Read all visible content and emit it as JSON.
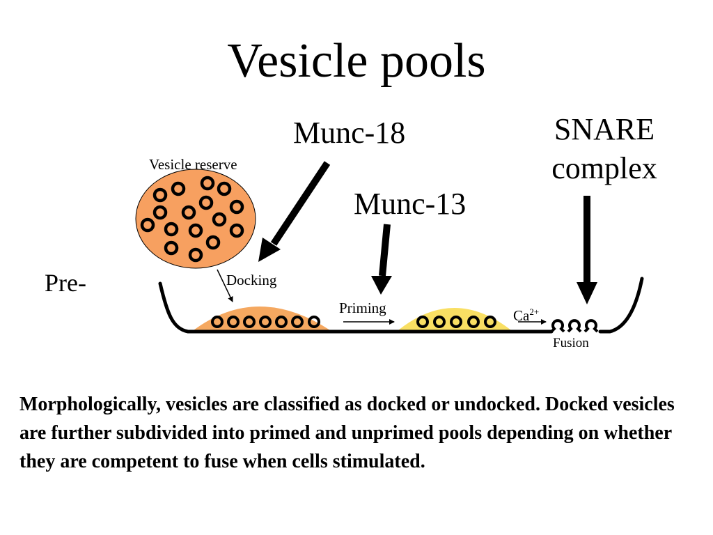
{
  "slide": {
    "title": "Vesicle pools",
    "caption": "Morphologically, vesicles are classified as docked or undocked. Docked vesicles are further subdivided into primed and unprimed pools depending on whether they are competent to fuse when cells stimulated."
  },
  "diagram": {
    "munc18": "Munc-18",
    "munc13": "Munc-13",
    "snare_line1": "SNARE",
    "snare_line2": "complex",
    "vesicle_reserve": "Vesicle reserve",
    "pre": "Pre-",
    "docking": "Docking",
    "priming": "Priming",
    "ca": "Ca",
    "ca_charge": "2+",
    "fusion": "Fusion"
  },
  "colors": {
    "reserve_fill": "#F7A060",
    "docked_fill": "#F5A860",
    "primed_fill": "#F9DF63",
    "line": "#000000"
  }
}
